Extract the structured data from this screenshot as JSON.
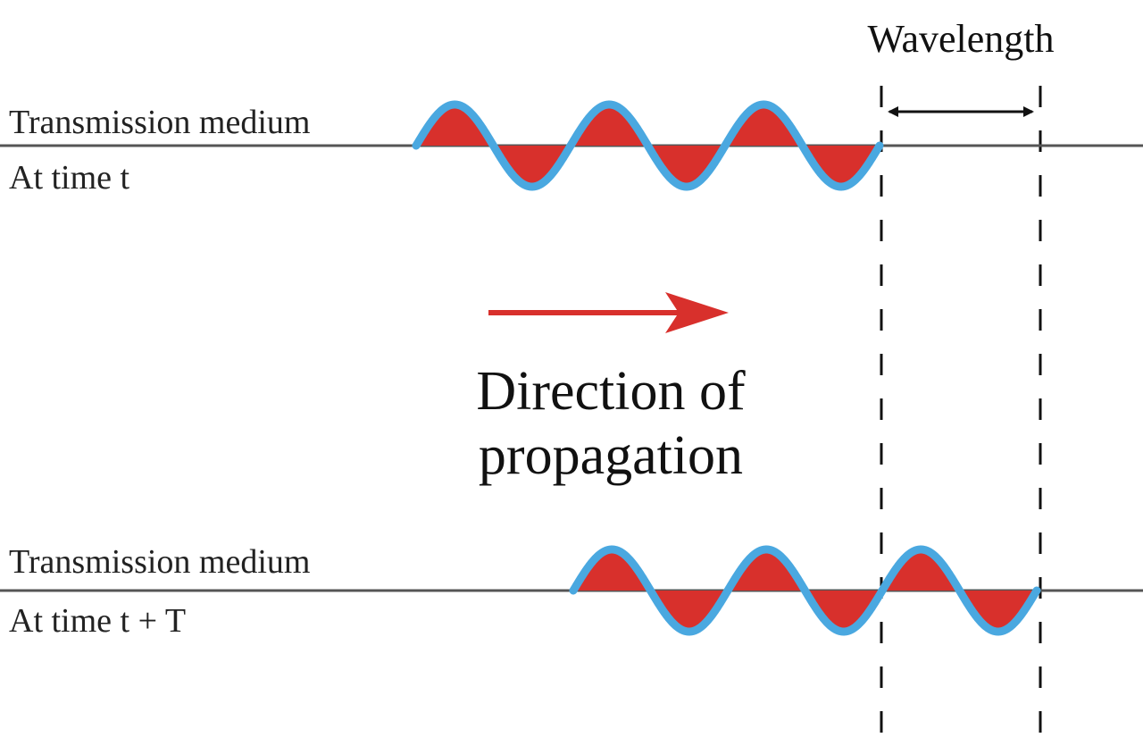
{
  "labels": {
    "wavelength": "Wavelength",
    "top_medium": "Transmission medium",
    "top_time": "At time t",
    "bottom_medium": "Transmission medium",
    "bottom_time": "At time t + T",
    "direction_line1": "Direction of",
    "direction_line2": "propagation"
  },
  "colors": {
    "wave_line": "#4aa8e0",
    "wave_fill": "#d8302c",
    "arrow": "#d8302c",
    "medium_line": "#555555",
    "text": "#222222"
  },
  "waves": {
    "top_cycles": 3,
    "bottom_cycles": 3
  }
}
